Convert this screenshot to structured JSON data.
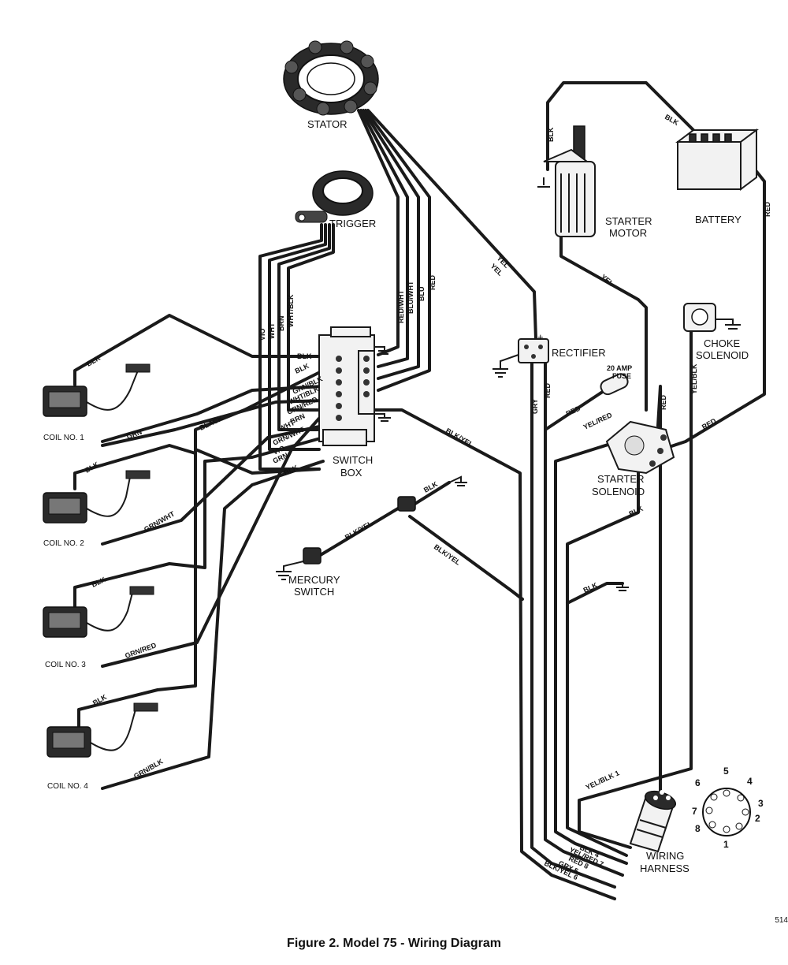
{
  "caption": "Figure 2. Model 75 - Wiring Diagram",
  "page_number": "514",
  "components": {
    "stator": "STATOR",
    "trigger": "TRIGGER",
    "switch_box_1": "SWITCH",
    "switch_box_2": "BOX",
    "rectifier": "RECTIFIER",
    "starter_motor_1": "STARTER",
    "starter_motor_2": "MOTOR",
    "battery": "BATTERY",
    "choke_solenoid_1": "CHOKE",
    "choke_solenoid_2": "SOLENOID",
    "fuse_1": "20 AMP",
    "fuse_2": "FUSE",
    "starter_solenoid_1": "STARTER",
    "starter_solenoid_2": "SOLENOID",
    "mercury_switch_1": "MERCURY",
    "mercury_switch_2": "SWITCH",
    "wiring_harness_1": "WIRING",
    "wiring_harness_2": "HARNESS",
    "coil_1": "COIL NO. 1",
    "coil_2": "COIL NO. 2",
    "coil_3": "COIL NO. 3",
    "coil_4": "COIL NO. 4",
    "rectifier_plus": "+"
  },
  "wire_labels": {
    "vio": "VIO",
    "wht": "WHT",
    "brn": "BRN",
    "wht_blk": "WHT/BLK",
    "red_wht": "RED/WHT",
    "blu_wht": "BLU/WHT",
    "blu": "BLU",
    "red": "RED",
    "yel_1": "YEL",
    "yel_2": "YEL",
    "yel_3": "YEL",
    "blk_motor": "BLK",
    "blk_batt": "BLK",
    "red_batt": "RED",
    "gry": "GRY",
    "red_rect": "RED",
    "red_fuse": "RED",
    "yel_red": "YEL/RED",
    "red_sol": "RED",
    "yel_blk": "YEL/BLK",
    "red_choke": "RED",
    "blk_sol": "BLK",
    "blk_yel_1": "BLK/YEL",
    "blk_yel_2": "BLK/YEL",
    "blk_yel_3": "BLK/YEL",
    "blk_merc": "BLK",
    "blk_ground": "BLK",
    "sb_blk_1": "BLK",
    "sb_blk_2": "BLK",
    "sb_grn_blk": "GRN/BLK",
    "sb_wht_blk": "WHT/BLK",
    "sb_grn_red": "GRN/RED",
    "sb_brn": "BRN",
    "sb_wht": "WHT",
    "sb_grn_wht": "GRN/WHT",
    "sb_vio": "VIO",
    "sb_grn": "GRN",
    "sb_blk_3": "BLK",
    "black": "BLACK",
    "c1_blk": "BLK",
    "c1_grn": "GRN",
    "c2_blk": "BLK",
    "c2_grn_wht": "GRN/WHT",
    "c3_blk": "BLK",
    "c3_grn_red": "GRN/RED",
    "c4_blk": "BLK",
    "c4_grn_blk": "GRN/BLK",
    "h_yel_blk_1": "YEL/BLK 1",
    "h_blk_4": "BLK 4",
    "h_yel_red_7": "YEL/RED 7",
    "h_red_8": "RED 8",
    "h_gry_5": "GRY 5",
    "h_blk_yel_6": "BLK/YEL 6"
  },
  "harness_pins": [
    "1",
    "2",
    "3",
    "4",
    "5",
    "6",
    "7",
    "8"
  ]
}
